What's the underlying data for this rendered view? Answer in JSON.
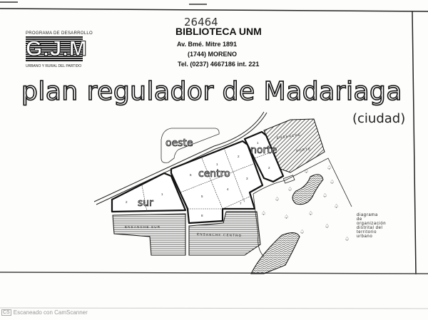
{
  "logo": {
    "top_text": "PROGRAMA DE DESARROLLO",
    "name": "G.J.M",
    "bottom_text": "URBANO Y RURAL DEL PARTIDO"
  },
  "stamp": {
    "handwritten_number": "26464",
    "library": "BIBLIOTECA UNM",
    "address": "Av. Bmé. Mitre 1891",
    "city": "(1744) MORENO",
    "phone": "Tel. (0237) 4667186 int. 221"
  },
  "title": "plan regulador de Madariaga",
  "subtitle": "(ciudad)",
  "map": {
    "districts": {
      "oeste": "oeste",
      "norte": "norte",
      "centro": "centro",
      "sur": "sur"
    },
    "expansions": {
      "norte_1": "ENSANCHE",
      "norte_2": "NORTE",
      "sur": "ENSANCHE SUR",
      "centro": "ENSANCHE CENTRO"
    },
    "sector_numbers": {
      "sur": [
        "1",
        "2"
      ],
      "centro": [
        "1",
        "2",
        "3",
        "4",
        "5",
        "6",
        "7",
        "8"
      ],
      "norte": [
        "1",
        "2"
      ]
    },
    "legend": [
      "diagrama",
      "de",
      "organización",
      "distrital del",
      "territorio",
      "urbano"
    ]
  },
  "footer": {
    "icon": "CS",
    "text": "Escaneado con CamScanner"
  }
}
